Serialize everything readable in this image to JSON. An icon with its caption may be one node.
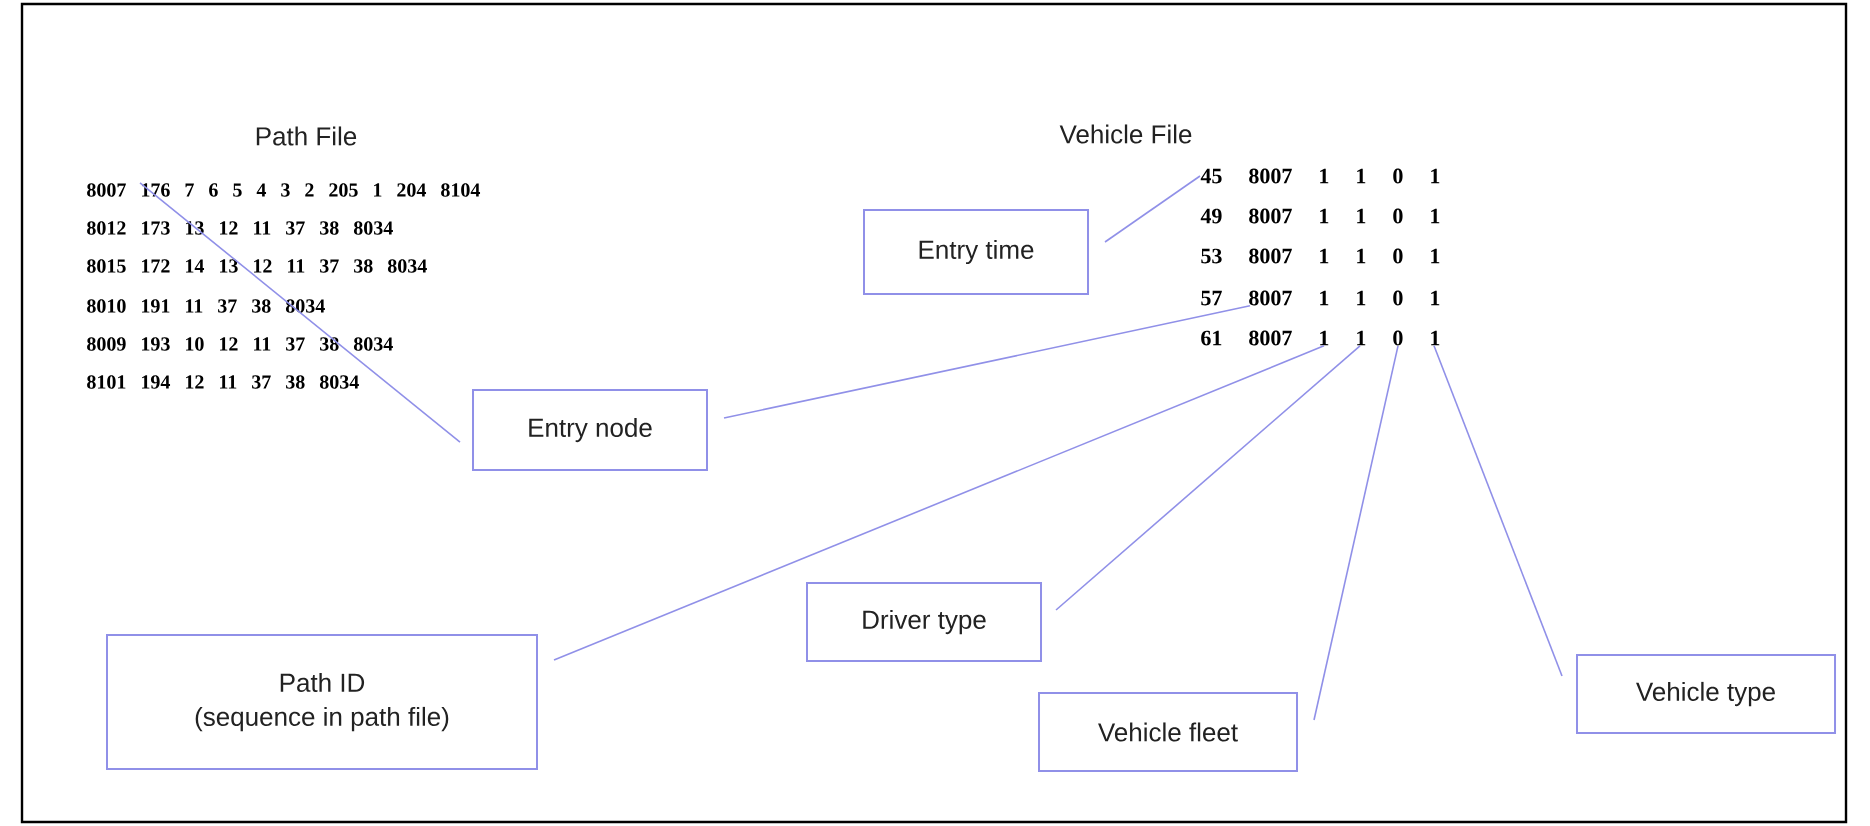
{
  "diagram": {
    "nodes": [
      {
        "text": [
          "8007 176 7 6 5 4 3 2 205 1 204 8104"
        ]
      },
      {
        "text": [
          "8012 173 13 12 11 37 38 8034"
        ]
      },
      {
        "text": [
          "8015 172 14 13 12 11 37 38 8034"
        ]
      },
      {
        "text": [
          "8010 191 11 37 38 8034"
        ]
      },
      {
        "text": [
          "8009 193 10 12 11 37 38 8034"
        ]
      },
      {
        "text": [
          "8101 194 12 11 37 38 8034"
        ]
      },
      {
        "text": [
          "45 8007 1 1 0 1"
        ]
      },
      {
        "text": [
          "49 8007 1 1 0 1"
        ]
      },
      {
        "text": [
          "53 8007 1 1 0 1"
        ]
      },
      {
        "text": [
          "57 8007 1 1 0 1"
        ]
      },
      {
        "text": [
          "61 8007 1 1 0 1"
        ]
      },
      {
        "text": [
          "Entry time"
        ]
      },
      {
        "text": [
          "Entry node"
        ]
      },
      {
        "text": [
          "Path ID",
          "(sequence in path file)"
        ]
      },
      {
        "text": [
          "Driver type"
        ]
      },
      {
        "text": [
          "Vehicle fleet"
        ]
      },
      {
        "text": [
          "Vehicle type"
        ]
      }
    ],
    "edges": [
      {
        "from": 11,
        "to": 6,
        "arrow": "none"
      },
      {
        "from": 12,
        "to": 0,
        "arrow": "none"
      },
      {
        "from": 12,
        "to": 9,
        "arrow": "none"
      },
      {
        "from": 13,
        "to": 10,
        "arrow": "none"
      },
      {
        "from": 14,
        "to": 10,
        "arrow": "none"
      },
      {
        "from": 15,
        "to": 10,
        "arrow": "none"
      },
      {
        "from": 16,
        "to": 10,
        "arrow": "none"
      }
    ],
    "labels": [
      "Path File",
      "Vehicle File"
    ]
  }
}
